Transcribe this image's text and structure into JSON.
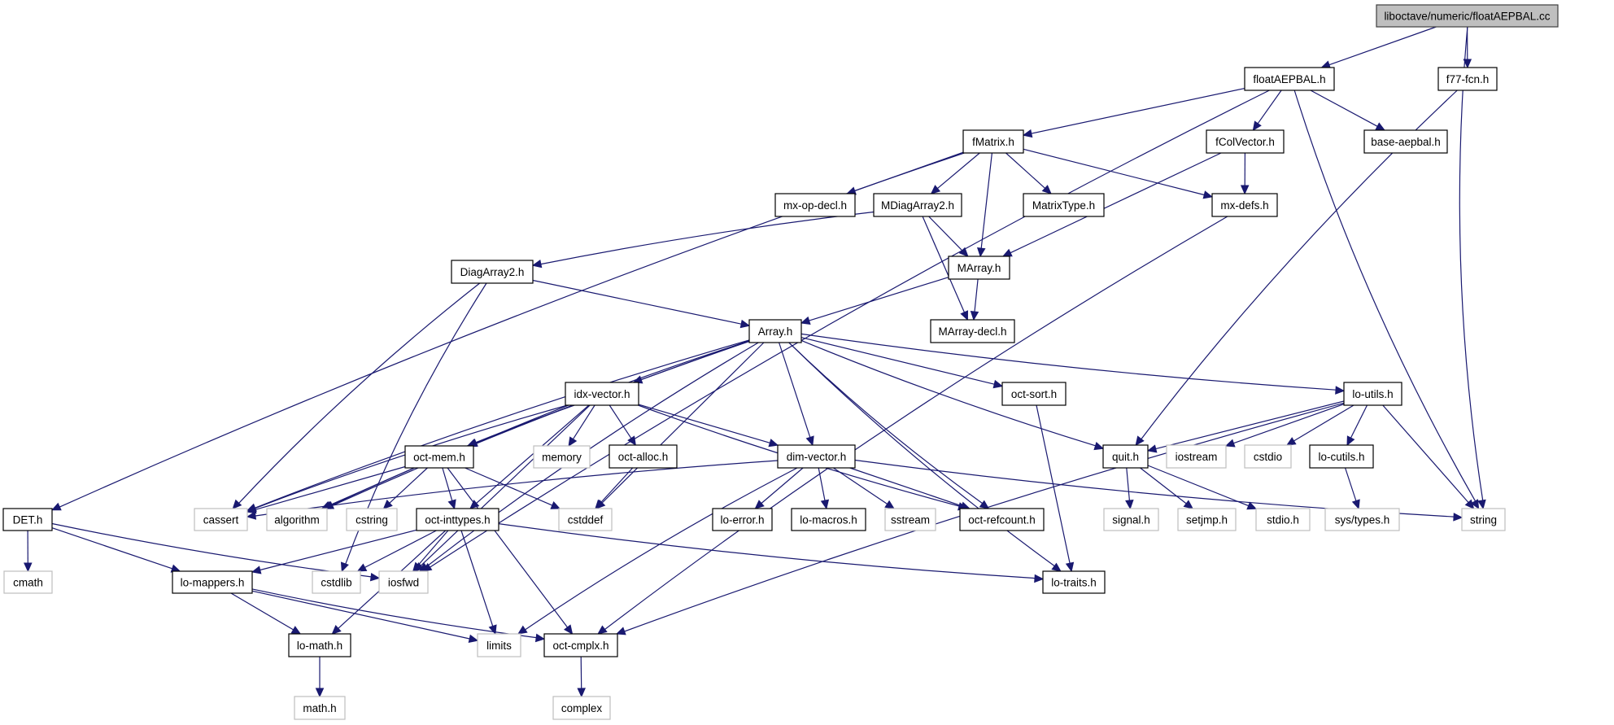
{
  "title": "Include dependency graph for floatAEPBAL.cc",
  "colors": {
    "edge": "#191970",
    "root_fill": "#bfbfbf",
    "root_border": "#404040",
    "doc_border": "#000000",
    "ext_border": "#bfbfbf",
    "node_fill": "#ffffff"
  },
  "nodes": [
    {
      "id": "root",
      "label": "liboctave/numeric/floatAEPBAL.cc",
      "kind": "root"
    },
    {
      "id": "floatAEPBAL_h",
      "label": "floatAEPBAL.h",
      "kind": "documented"
    },
    {
      "id": "f77_fcn_h",
      "label": "f77-fcn.h",
      "kind": "documented"
    },
    {
      "id": "fMatrix_h",
      "label": "fMatrix.h",
      "kind": "documented"
    },
    {
      "id": "fColVector_h",
      "label": "fColVector.h",
      "kind": "documented"
    },
    {
      "id": "base_aepbal_h",
      "label": "base-aepbal.h",
      "kind": "documented"
    },
    {
      "id": "mx_op_decl_h",
      "label": "mx-op-decl.h",
      "kind": "documented"
    },
    {
      "id": "MDiagArray2_h",
      "label": "MDiagArray2.h",
      "kind": "documented"
    },
    {
      "id": "MatrixType_h",
      "label": "MatrixType.h",
      "kind": "documented"
    },
    {
      "id": "mx_defs_h",
      "label": "mx-defs.h",
      "kind": "documented"
    },
    {
      "id": "DiagArray2_h",
      "label": "DiagArray2.h",
      "kind": "documented"
    },
    {
      "id": "MArray_h",
      "label": "MArray.h",
      "kind": "documented"
    },
    {
      "id": "Array_h",
      "label": "Array.h",
      "kind": "documented"
    },
    {
      "id": "MArray_decl_h",
      "label": "MArray-decl.h",
      "kind": "documented"
    },
    {
      "id": "idx_vector_h",
      "label": "idx-vector.h",
      "kind": "documented"
    },
    {
      "id": "oct_sort_h",
      "label": "oct-sort.h",
      "kind": "documented"
    },
    {
      "id": "lo_utils_h",
      "label": "lo-utils.h",
      "kind": "documented"
    },
    {
      "id": "oct_mem_h",
      "label": "oct-mem.h",
      "kind": "documented"
    },
    {
      "id": "memory",
      "label": "memory",
      "kind": "external"
    },
    {
      "id": "oct_alloc_h",
      "label": "oct-alloc.h",
      "kind": "documented"
    },
    {
      "id": "dim_vector_h",
      "label": "dim-vector.h",
      "kind": "documented"
    },
    {
      "id": "quit_h",
      "label": "quit.h",
      "kind": "documented"
    },
    {
      "id": "iostream",
      "label": "iostream",
      "kind": "external"
    },
    {
      "id": "cstdio",
      "label": "cstdio",
      "kind": "external"
    },
    {
      "id": "lo_cutils_h",
      "label": "lo-cutils.h",
      "kind": "documented"
    },
    {
      "id": "DET_h",
      "label": "DET.h",
      "kind": "documented"
    },
    {
      "id": "cassert",
      "label": "cassert",
      "kind": "external"
    },
    {
      "id": "algorithm",
      "label": "algorithm",
      "kind": "external"
    },
    {
      "id": "cstring",
      "label": "cstring",
      "kind": "external"
    },
    {
      "id": "oct_inttypes_h",
      "label": "oct-inttypes.h",
      "kind": "documented"
    },
    {
      "id": "cstddef",
      "label": "cstddef",
      "kind": "external"
    },
    {
      "id": "lo_error_h",
      "label": "lo-error.h",
      "kind": "documented"
    },
    {
      "id": "lo_macros_h",
      "label": "lo-macros.h",
      "kind": "documented"
    },
    {
      "id": "sstream",
      "label": "sstream",
      "kind": "external"
    },
    {
      "id": "oct_refcount_h",
      "label": "oct-refcount.h",
      "kind": "documented"
    },
    {
      "id": "signal_h",
      "label": "signal.h",
      "kind": "external"
    },
    {
      "id": "setjmp_h",
      "label": "setjmp.h",
      "kind": "external"
    },
    {
      "id": "stdio_h",
      "label": "stdio.h",
      "kind": "external"
    },
    {
      "id": "sys_types_h",
      "label": "sys/types.h",
      "kind": "external"
    },
    {
      "id": "string",
      "label": "string",
      "kind": "external"
    },
    {
      "id": "cmath",
      "label": "cmath",
      "kind": "external"
    },
    {
      "id": "lo_mappers_h",
      "label": "lo-mappers.h",
      "kind": "documented"
    },
    {
      "id": "cstdlib",
      "label": "cstdlib",
      "kind": "external"
    },
    {
      "id": "iosfwd",
      "label": "iosfwd",
      "kind": "external"
    },
    {
      "id": "lo_traits_h",
      "label": "lo-traits.h",
      "kind": "documented"
    },
    {
      "id": "lo_math_h",
      "label": "lo-math.h",
      "kind": "documented"
    },
    {
      "id": "limits",
      "label": "limits",
      "kind": "external"
    },
    {
      "id": "oct_cmplx_h",
      "label": "oct-cmplx.h",
      "kind": "documented"
    },
    {
      "id": "math_h",
      "label": "math.h",
      "kind": "external"
    },
    {
      "id": "complex",
      "label": "complex",
      "kind": "external"
    }
  ],
  "edges": [
    [
      "root",
      "floatAEPBAL_h"
    ],
    [
      "root",
      "f77_fcn_h"
    ],
    [
      "root",
      "string"
    ],
    [
      "floatAEPBAL_h",
      "fMatrix_h"
    ],
    [
      "floatAEPBAL_h",
      "fColVector_h"
    ],
    [
      "floatAEPBAL_h",
      "base_aepbal_h"
    ],
    [
      "floatAEPBAL_h",
      "string"
    ],
    [
      "floatAEPBAL_h",
      "iosfwd"
    ],
    [
      "f77_fcn_h",
      "quit_h"
    ],
    [
      "fMatrix_h",
      "mx_op_decl_h"
    ],
    [
      "fMatrix_h",
      "MDiagArray2_h"
    ],
    [
      "fMatrix_h",
      "MArray_h"
    ],
    [
      "fMatrix_h",
      "MatrixType_h"
    ],
    [
      "fMatrix_h",
      "mx_defs_h"
    ],
    [
      "fMatrix_h",
      "DET_h"
    ],
    [
      "fColVector_h",
      "MArray_h"
    ],
    [
      "fColVector_h",
      "mx_defs_h"
    ],
    [
      "mx_defs_h",
      "oct_cmplx_h"
    ],
    [
      "MDiagArray2_h",
      "DiagArray2_h"
    ],
    [
      "MDiagArray2_h",
      "MArray_h"
    ],
    [
      "MDiagArray2_h",
      "MArray_decl_h"
    ],
    [
      "DiagArray2_h",
      "Array_h"
    ],
    [
      "DiagArray2_h",
      "cassert"
    ],
    [
      "DiagArray2_h",
      "cstdlib"
    ],
    [
      "MArray_h",
      "Array_h"
    ],
    [
      "MArray_h",
      "MArray_decl_h"
    ],
    [
      "Array_h",
      "idx_vector_h"
    ],
    [
      "Array_h",
      "oct_sort_h"
    ],
    [
      "Array_h",
      "lo_utils_h"
    ],
    [
      "Array_h",
      "oct_mem_h"
    ],
    [
      "Array_h",
      "dim_vector_h"
    ],
    [
      "Array_h",
      "quit_h"
    ],
    [
      "Array_h",
      "cassert"
    ],
    [
      "Array_h",
      "algorithm"
    ],
    [
      "Array_h",
      "cstddef"
    ],
    [
      "Array_h",
      "oct_refcount_h"
    ],
    [
      "Array_h",
      "iosfwd"
    ],
    [
      "Array_h",
      "lo_traits_h"
    ],
    [
      "idx_vector_h",
      "oct_mem_h"
    ],
    [
      "idx_vector_h",
      "memory"
    ],
    [
      "idx_vector_h",
      "oct_alloc_h"
    ],
    [
      "idx_vector_h",
      "dim_vector_h"
    ],
    [
      "idx_vector_h",
      "cassert"
    ],
    [
      "idx_vector_h",
      "algorithm"
    ],
    [
      "idx_vector_h",
      "oct_inttypes_h"
    ],
    [
      "idx_vector_h",
      "oct_refcount_h"
    ],
    [
      "idx_vector_h",
      "iosfwd"
    ],
    [
      "oct_sort_h",
      "lo_traits_h"
    ],
    [
      "lo_utils_h",
      "quit_h"
    ],
    [
      "lo_utils_h",
      "iostream"
    ],
    [
      "lo_utils_h",
      "cstdio"
    ],
    [
      "lo_utils_h",
      "lo_cutils_h"
    ],
    [
      "lo_utils_h",
      "string"
    ],
    [
      "lo_utils_h",
      "oct_cmplx_h"
    ],
    [
      "lo_cutils_h",
      "sys_types_h"
    ],
    [
      "oct_mem_h",
      "cassert"
    ],
    [
      "oct_mem_h",
      "algorithm"
    ],
    [
      "oct_mem_h",
      "cstring"
    ],
    [
      "oct_mem_h",
      "oct_inttypes_h"
    ],
    [
      "oct_mem_h",
      "cstddef"
    ],
    [
      "oct_mem_h",
      "oct_cmplx_h"
    ],
    [
      "oct_alloc_h",
      "cstddef"
    ],
    [
      "dim_vector_h",
      "cassert"
    ],
    [
      "dim_vector_h",
      "lo_error_h"
    ],
    [
      "dim_vector_h",
      "lo_macros_h"
    ],
    [
      "dim_vector_h",
      "sstream"
    ],
    [
      "dim_vector_h",
      "oct_refcount_h"
    ],
    [
      "dim_vector_h",
      "string"
    ],
    [
      "dim_vector_h",
      "limits"
    ],
    [
      "quit_h",
      "signal_h"
    ],
    [
      "quit_h",
      "setjmp_h"
    ],
    [
      "quit_h",
      "stdio_h"
    ],
    [
      "DET_h",
      "cmath"
    ],
    [
      "DET_h",
      "lo_mappers_h"
    ],
    [
      "DET_h",
      "iosfwd"
    ],
    [
      "oct_inttypes_h",
      "lo_mappers_h"
    ],
    [
      "oct_inttypes_h",
      "cstdlib"
    ],
    [
      "oct_inttypes_h",
      "iosfwd"
    ],
    [
      "oct_inttypes_h",
      "lo_math_h"
    ],
    [
      "oct_inttypes_h",
      "limits"
    ],
    [
      "oct_inttypes_h",
      "lo_traits_h"
    ],
    [
      "lo_mappers_h",
      "lo_math_h"
    ],
    [
      "lo_mappers_h",
      "oct_cmplx_h"
    ],
    [
      "lo_mappers_h",
      "limits"
    ],
    [
      "lo_math_h",
      "math_h"
    ],
    [
      "oct_cmplx_h",
      "complex"
    ]
  ]
}
